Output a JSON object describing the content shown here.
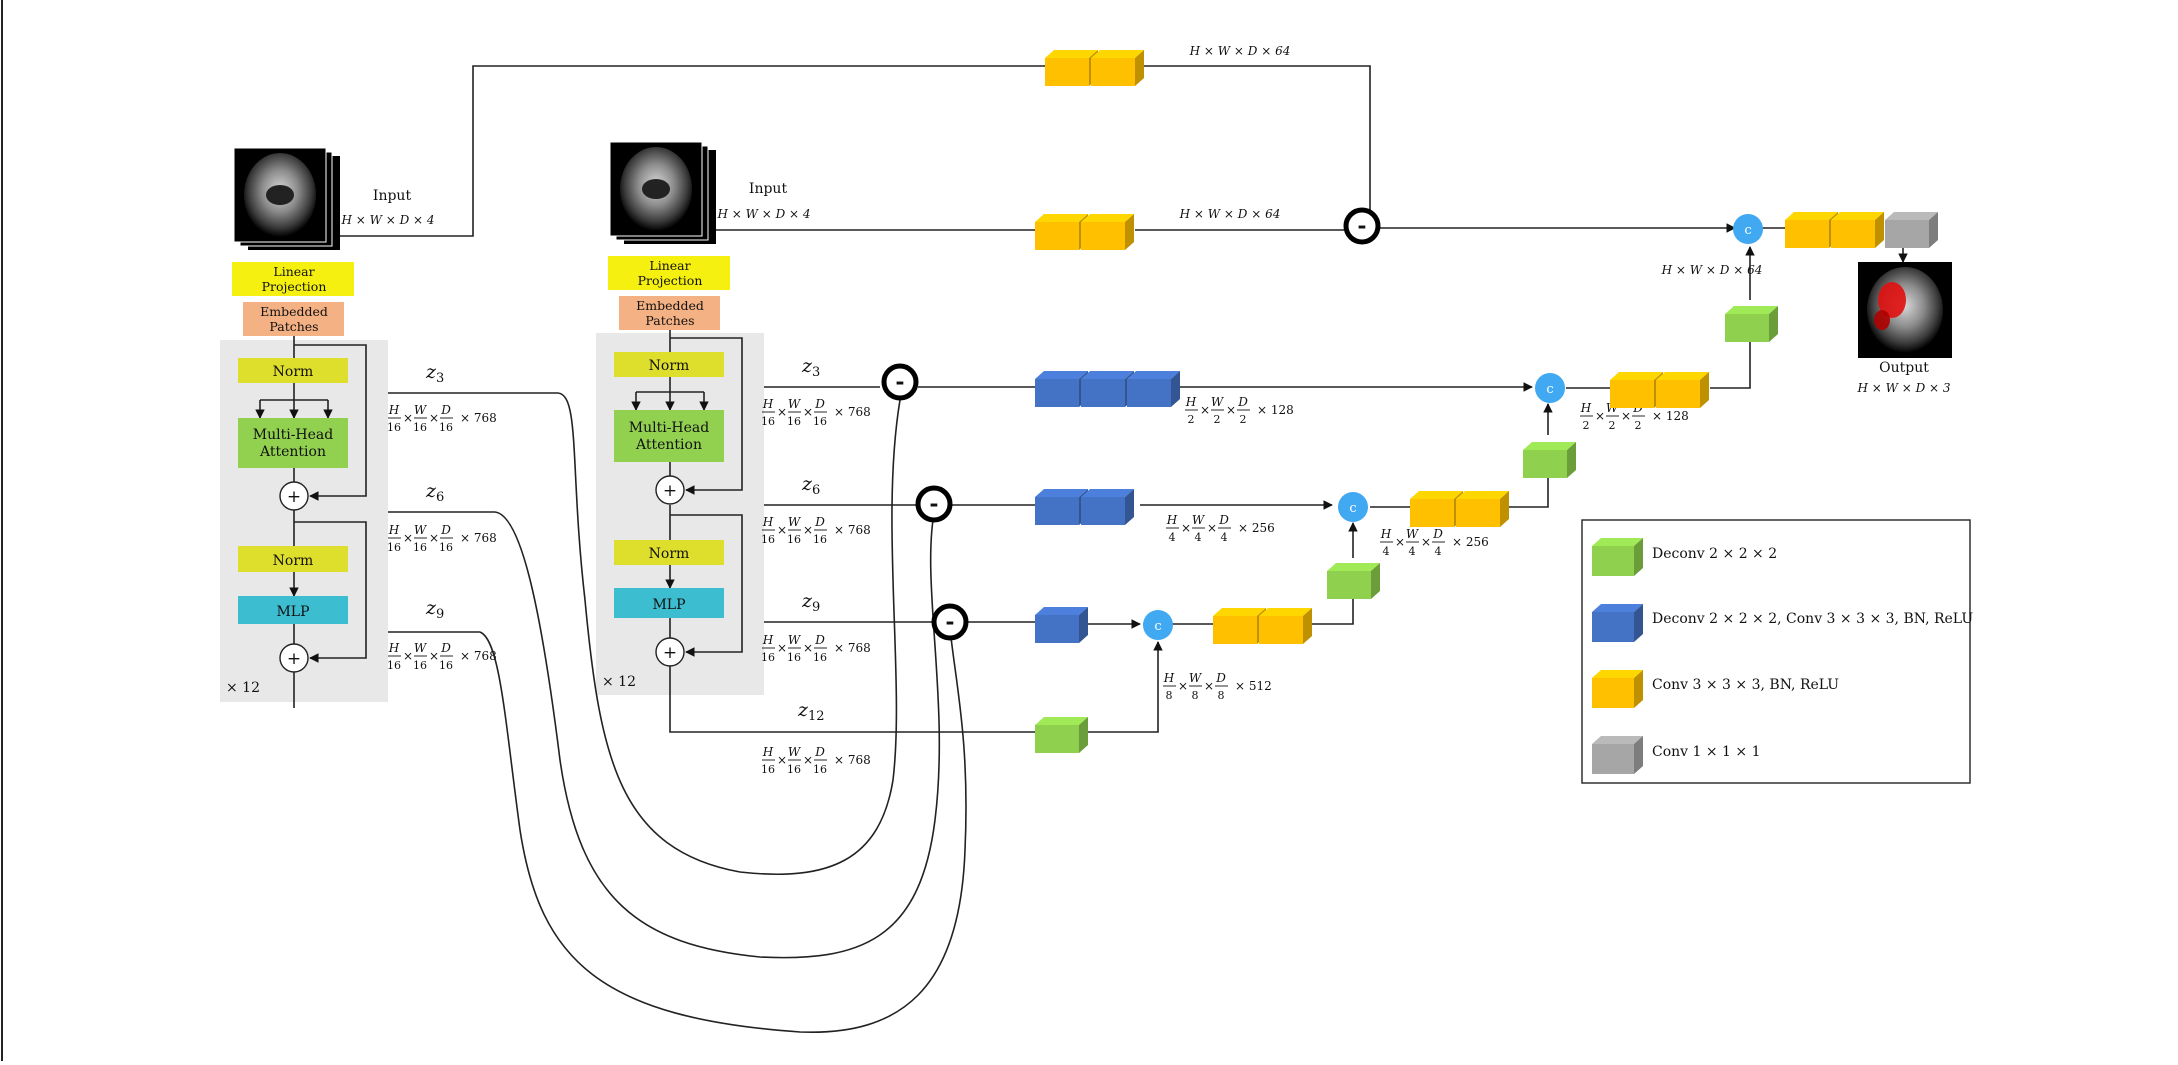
{
  "colors": {
    "deconv": "#8fd14f",
    "deconv_conv": "#4472c4",
    "conv": "#ffc000",
    "conv1": "#a6a6a6",
    "concat": "#41a8f2",
    "linear_projection": "#f5f00f",
    "embedded_patches": "#f4b183",
    "norm": "#dede2c",
    "attention": "#92d050",
    "mlp": "#3dbdd0",
    "encoder_panel": "#e8e8e8"
  },
  "encoder_left": {
    "input_label": "Input",
    "input_dim": "H × W × D × 4",
    "linear_projection": "Linear Projection",
    "embedded_patches": "Embedded Patches",
    "norm1": "Norm",
    "attention": "Multi-Head Attention",
    "plus1": "+",
    "norm2": "Norm",
    "mlp": "MLP",
    "plus2": "+",
    "repeat": "× 12"
  },
  "encoder_right": {
    "input_label": "Input",
    "input_dim": "H × W × D × 4",
    "linear_projection": "Linear Projection",
    "embedded_patches": "Embedded Patches",
    "norm1": "Norm",
    "attention": "Multi-Head Attention",
    "plus1": "+",
    "norm2": "Norm",
    "mlp": "MLP",
    "plus2": "+",
    "repeat": "× 12"
  },
  "left_taps": [
    {
      "name": "z",
      "sub": "3",
      "suffix": "× 768"
    },
    {
      "name": "z",
      "sub": "6",
      "suffix": "× 768"
    },
    {
      "name": "z",
      "sub": "9",
      "suffix": "× 768"
    }
  ],
  "right_taps": [
    {
      "name": "z",
      "sub": "3",
      "suffix": "× 768"
    },
    {
      "name": "z",
      "sub": "6",
      "suffix": "× 768"
    },
    {
      "name": "z",
      "sub": "9",
      "suffix": "× 768"
    },
    {
      "name": "z",
      "sub": "12",
      "suffix": "× 768"
    }
  ],
  "frac": {
    "H": "H",
    "W": "W",
    "D": "D",
    "n16": "16",
    "n8": "8",
    "n4": "4",
    "n2": "2",
    "times": "×"
  },
  "dims": {
    "top_branch": "H × W × D × 64",
    "second_branch": "H × W × D × 64",
    "level2_out": "H × W × D × 64",
    "s128": "× 128",
    "s128b": "× 128",
    "s256": "× 256",
    "s256b": "× 256",
    "s512": "× 512"
  },
  "ops": {
    "subtract": "-",
    "concat": "c"
  },
  "output": {
    "label": "Output",
    "dim": "H × W × D × 3"
  },
  "legend": [
    {
      "color": "#8fd14f",
      "label": "Deconv 2 × 2 × 2"
    },
    {
      "color": "#4472c4",
      "label": "Deconv 2 × 2 × 2,  Conv 3 × 3 × 3, BN, ReLU"
    },
    {
      "color": "#ffc000",
      "label": "Conv 3 × 3 × 3, BN, ReLU"
    },
    {
      "color": "#a6a6a6",
      "label": "Conv 1 × 1 × 1"
    }
  ]
}
